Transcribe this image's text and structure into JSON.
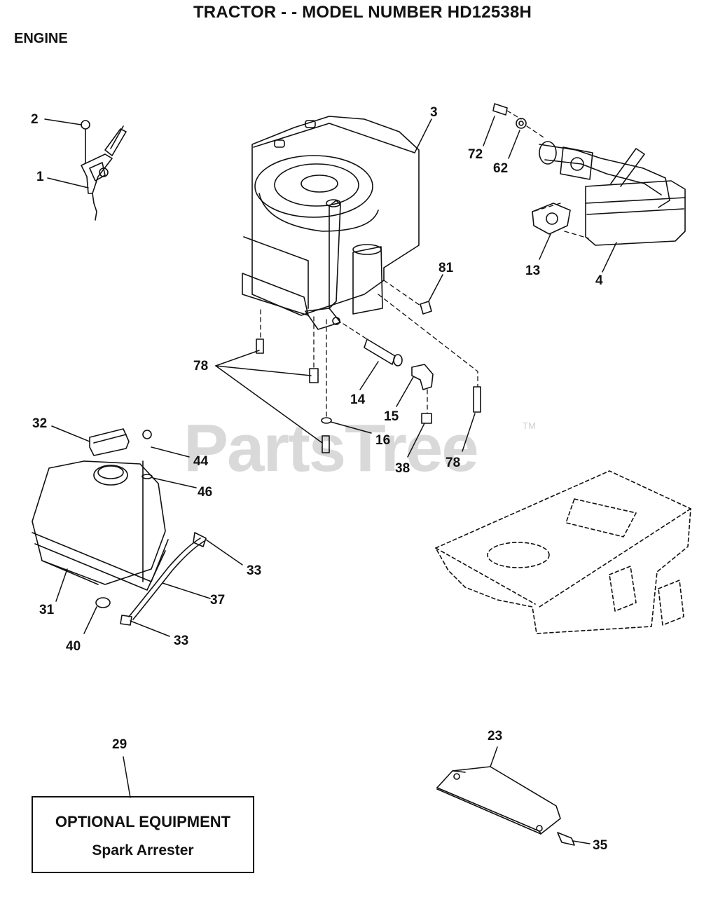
{
  "header": {
    "title": "TRACTOR - - MODEL NUMBER HD12538H",
    "section": "ENGINE"
  },
  "watermark": {
    "text": "PartsTree",
    "trademark": "TM"
  },
  "optional_box": {
    "heading": "OPTIONAL EQUIPMENT",
    "item": "Spark Arrester"
  },
  "callouts": [
    {
      "id": "c2",
      "label": "2"
    },
    {
      "id": "c1",
      "label": "1"
    },
    {
      "id": "c3",
      "label": "3"
    },
    {
      "id": "c72",
      "label": "72"
    },
    {
      "id": "c62",
      "label": "62"
    },
    {
      "id": "c13",
      "label": "13"
    },
    {
      "id": "c4",
      "label": "4"
    },
    {
      "id": "c81",
      "label": "81"
    },
    {
      "id": "c78a",
      "label": "78"
    },
    {
      "id": "c14",
      "label": "14"
    },
    {
      "id": "c15",
      "label": "15"
    },
    {
      "id": "c16",
      "label": "16"
    },
    {
      "id": "c38",
      "label": "38"
    },
    {
      "id": "c78b",
      "label": "78"
    },
    {
      "id": "c32",
      "label": "32"
    },
    {
      "id": "c44",
      "label": "44"
    },
    {
      "id": "c46",
      "label": "46"
    },
    {
      "id": "c33a",
      "label": "33"
    },
    {
      "id": "c37",
      "label": "37"
    },
    {
      "id": "c31",
      "label": "31"
    },
    {
      "id": "c40",
      "label": "40"
    },
    {
      "id": "c33b",
      "label": "33"
    },
    {
      "id": "c29",
      "label": "29"
    },
    {
      "id": "c23",
      "label": "23"
    },
    {
      "id": "c35",
      "label": "35"
    }
  ]
}
